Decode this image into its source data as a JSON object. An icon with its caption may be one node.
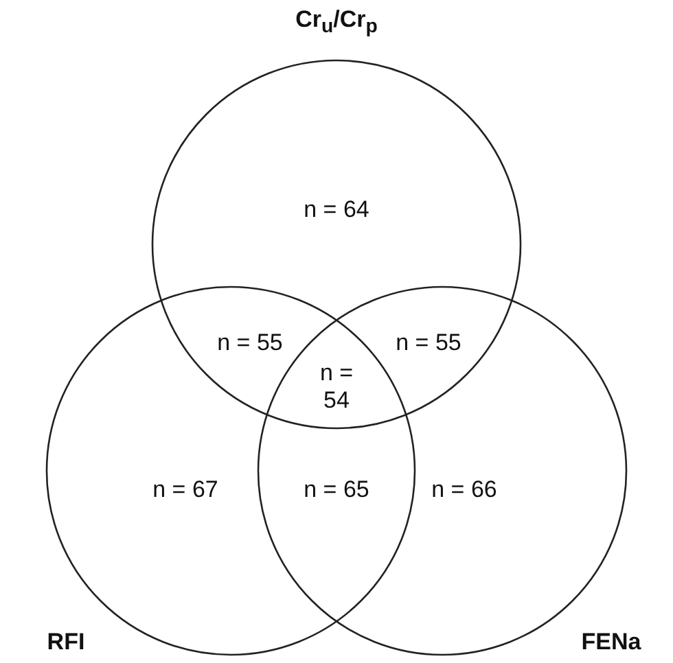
{
  "diagram": {
    "nodes": [
      {
        "text": [
          "Cr$_{u}$/Cr$_{p}$"
        ]
      },
      {
        "text": [
          "RFI"
        ]
      },
      {
        "text": [
          "FENa"
        ]
      }
    ],
    "edges": [],
    "labels": [
      "n = 64",
      "n = 55",
      "n = 55",
      "n = 54",
      "n = 67",
      "n = 65",
      "n = 66"
    ]
  }
}
